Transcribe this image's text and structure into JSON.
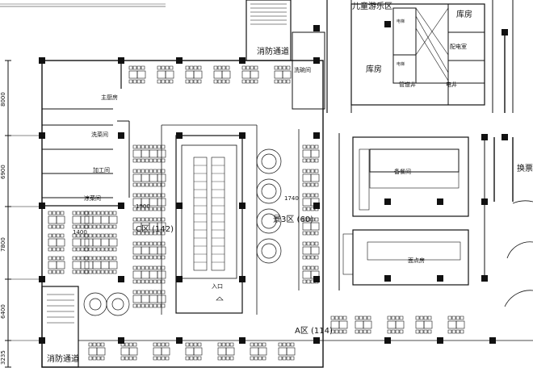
{
  "rooms": {
    "fire_exit_top": "消防通道",
    "kids_zone": "儿童游乐区",
    "storage_a": "库房",
    "storage_b": "库房",
    "power_room": "配电室",
    "pipe_well": "管道井",
    "elevator_well": "电井",
    "dish_wash": "洗碗间",
    "main_kitchen": "主厨房",
    "wash_room": "洗菜间",
    "processing": "加工间",
    "cold_dish": "凉菜间",
    "prep_room": "备餐间",
    "noodle_room": "面点房",
    "changing": "换票",
    "entrance": "入口",
    "fire_exit_bottom": "消防通道"
  },
  "zones": {
    "zone_c": "C区 (142)",
    "zone_b": "景3区 (60)",
    "zone_a": "A区 (114)"
  },
  "dimensions": {
    "d1900": "1900",
    "d1400": "1400",
    "d1740": "1740",
    "left_8000": "8000",
    "left_6900": "6900",
    "left_7800": "7800",
    "left_6400": "6400",
    "left_3235": "3235"
  },
  "lift_labels": [
    "电梯",
    "电梯"
  ]
}
